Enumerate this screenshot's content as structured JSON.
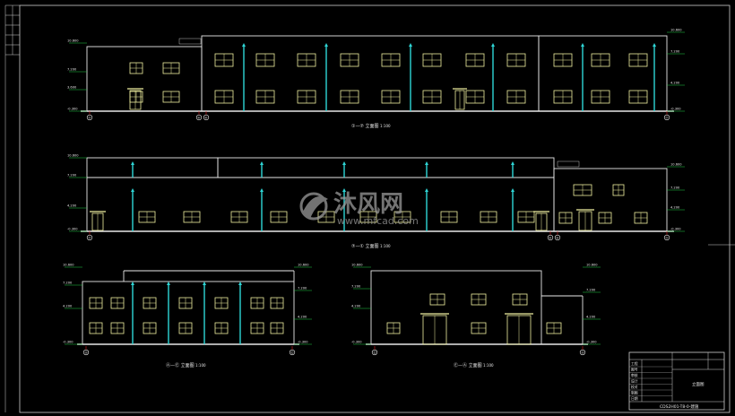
{
  "colors": {
    "background": "#000000",
    "frame": "#cfcfcf",
    "outline": "#e8e8e8",
    "window": "#f0f0a0",
    "downpipe": "#2fd6d6",
    "level_mark": "#22cc44",
    "grid_mark": "#e02020",
    "watermark": "#9a9a9a"
  },
  "drawing": {
    "elevation_1_title": "①—⑦ 立面图",
    "elevation_1_scale": "1:100",
    "elevation_2_title": "⑦—① 立面图",
    "elevation_2_scale": "1:100",
    "elevation_3_title": "Ⓐ—Ⓔ 立面图",
    "elevation_3_scale": "1:100",
    "elevation_4_title": "Ⓔ—Ⓐ 立面图",
    "elevation_4_scale": "1:100",
    "grid_labels": [
      "①",
      "⑥",
      "⑦",
      "Ⓐ",
      "Ⓔ"
    ],
    "level_labels": [
      "10.600",
      "7.200",
      "4.200",
      "3.600",
      "±0.000",
      "-0.300"
    ]
  },
  "watermark": {
    "brand_cn": "沐风网",
    "brand_url": "www.mfcad.com"
  },
  "title_block": {
    "cells": [
      "工程",
      "图号",
      "审核",
      "设计",
      "校对",
      "制图",
      "日期"
    ],
    "drawing_name": "立面图",
    "drawing_code": "CDS2H01-T8-0-建施"
  }
}
